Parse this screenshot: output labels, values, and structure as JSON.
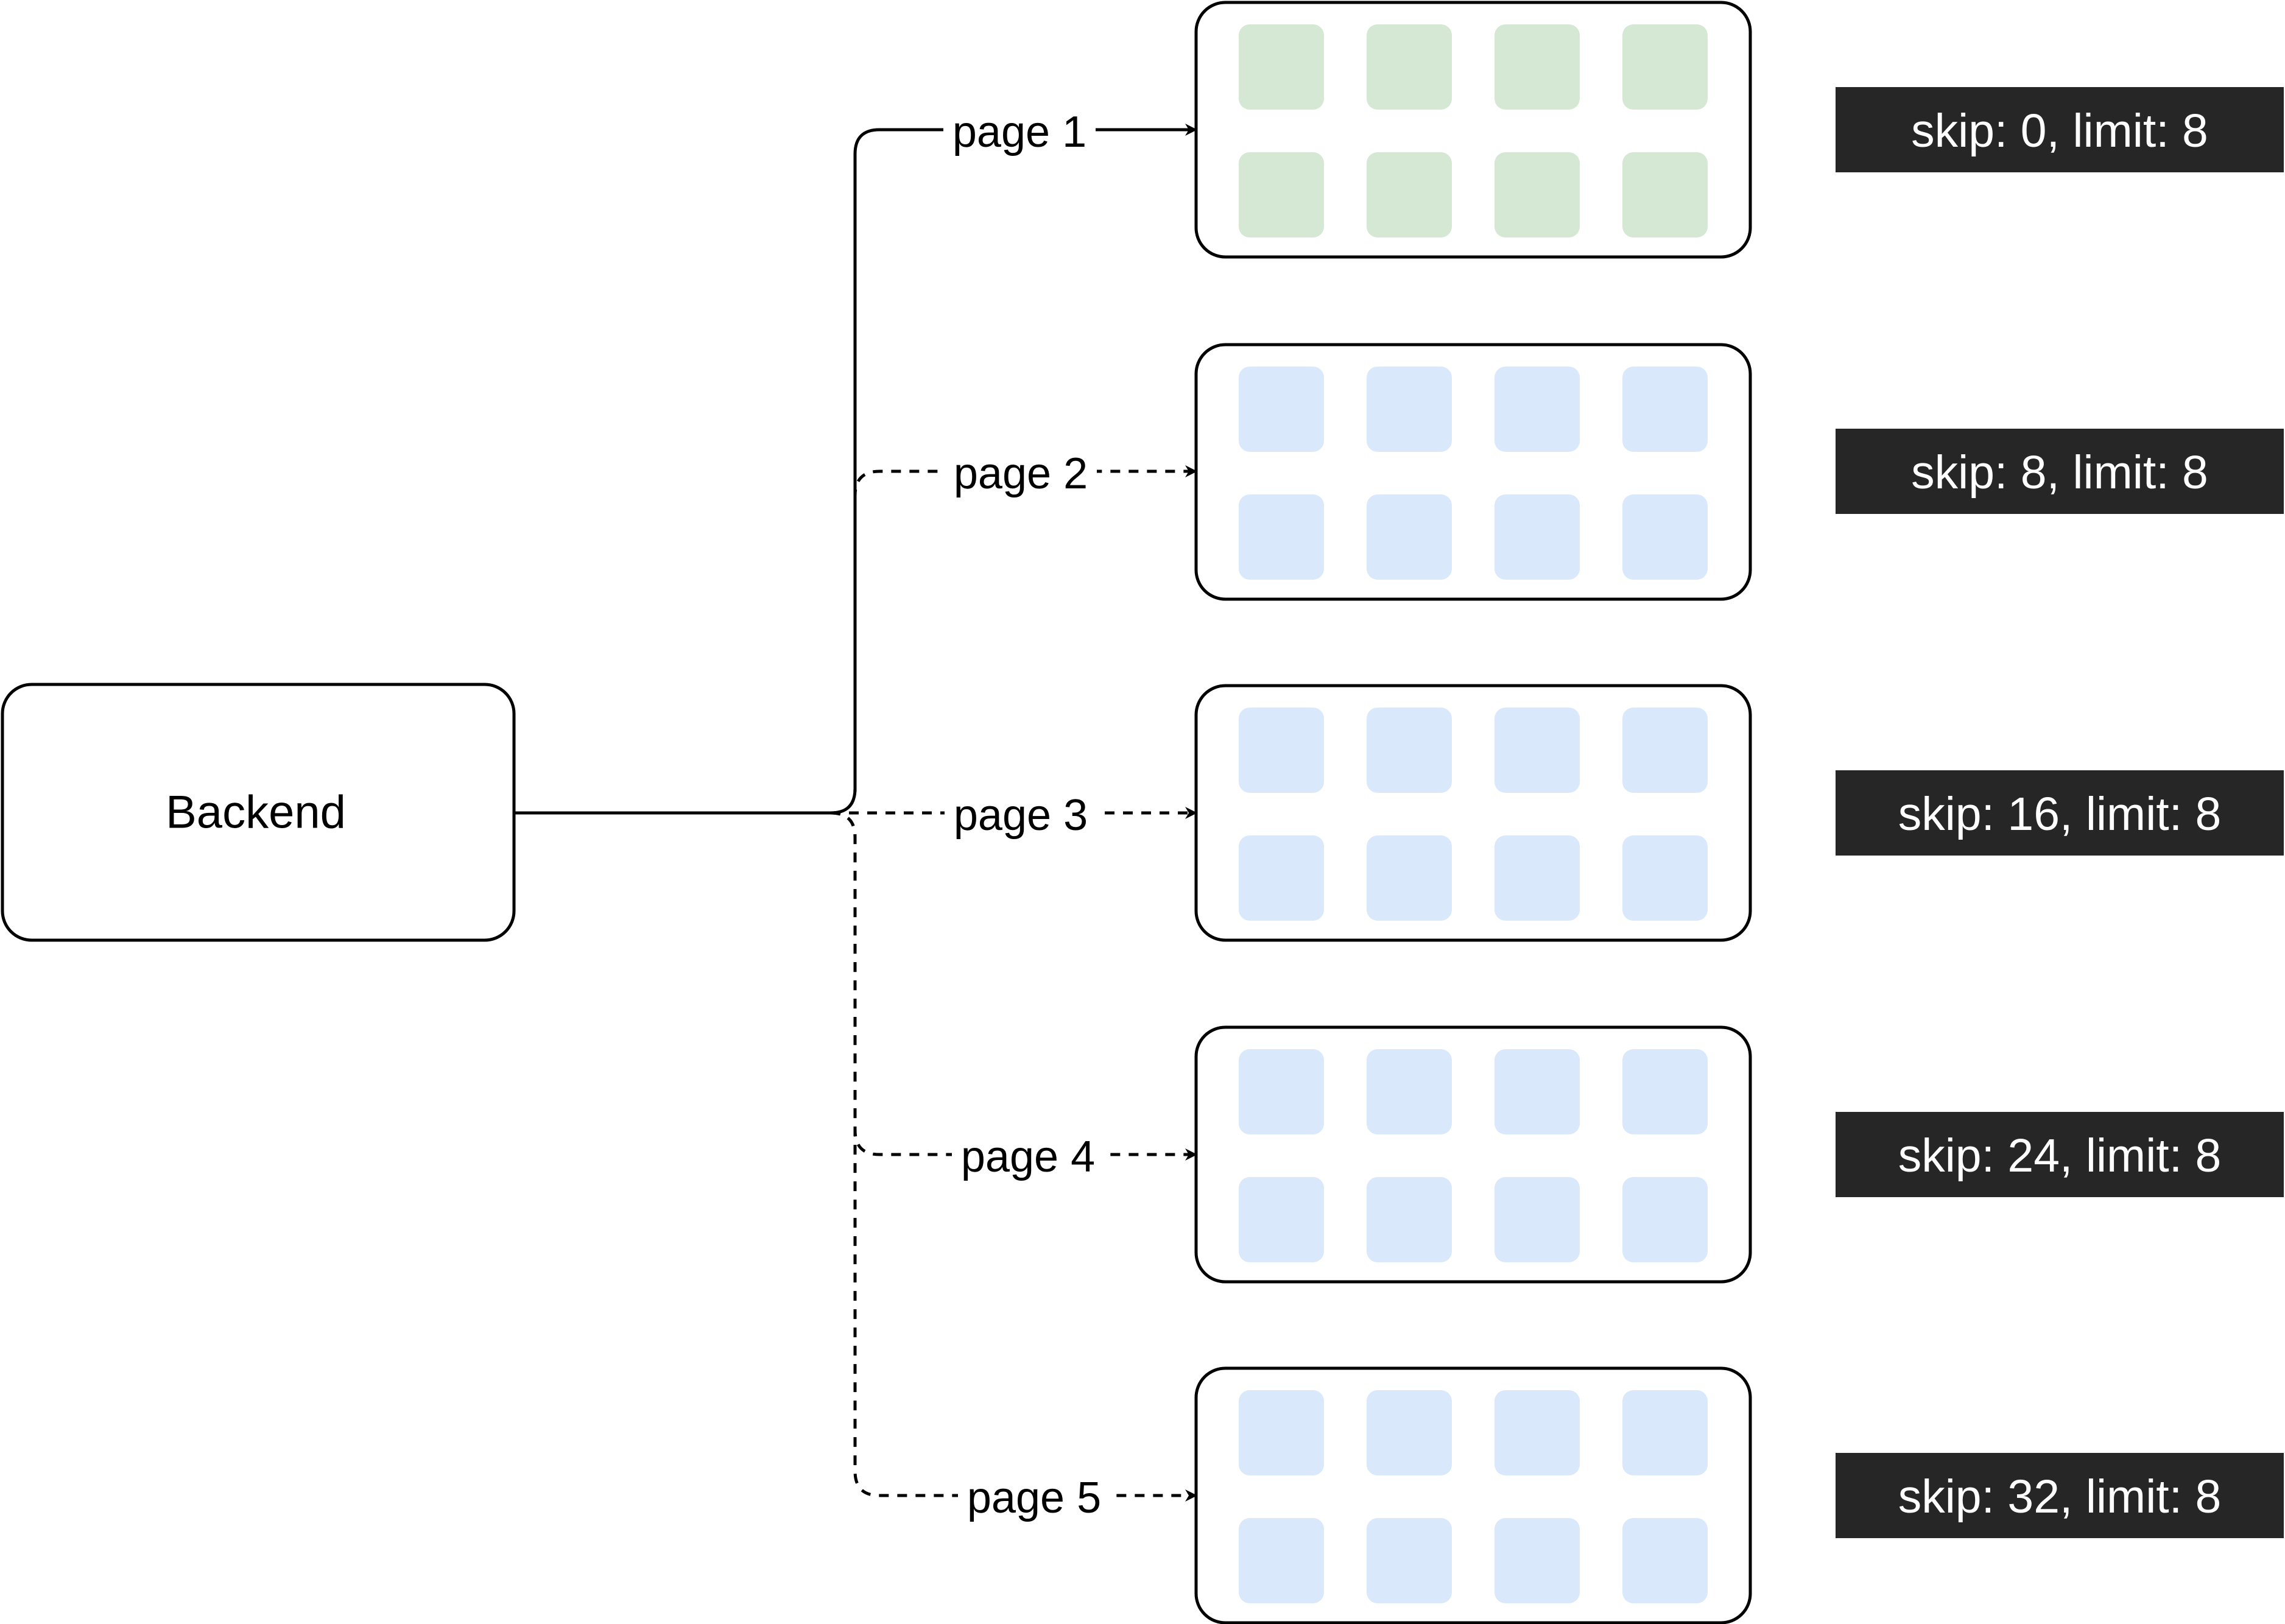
{
  "backend": {
    "label": "Backend"
  },
  "colors": {
    "active_cell": "#d5e8d4",
    "inactive_cell": "#dae8fc",
    "badge_bg": "#262626",
    "badge_text": "#ffffff",
    "stroke": "#000000"
  },
  "pages": [
    {
      "label": "page 1",
      "active": true,
      "line": "solid",
      "badge": "skip: 0, limit: 8"
    },
    {
      "label": "page 2",
      "active": false,
      "line": "dashed",
      "badge": "skip: 8, limit: 8"
    },
    {
      "label": "page 3",
      "active": false,
      "line": "dashed",
      "badge": "skip: 16, limit: 8"
    },
    {
      "label": "page 4",
      "active": false,
      "line": "dashed",
      "badge": "skip: 24, limit: 8"
    },
    {
      "label": "page 5",
      "active": false,
      "line": "dashed",
      "badge": "skip: 32, limit: 8"
    }
  ]
}
